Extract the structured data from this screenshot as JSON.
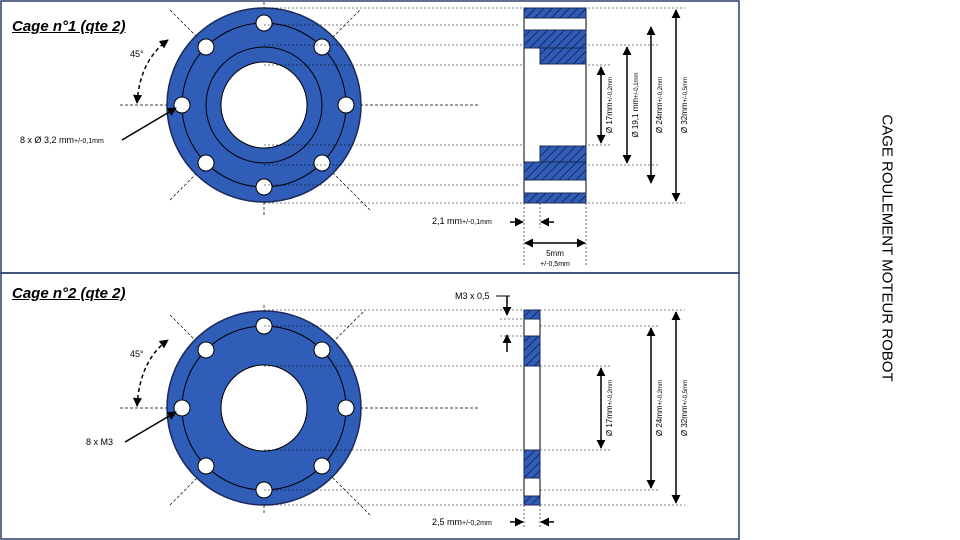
{
  "page_title": "CAGE ROULEMENT MOTEUR ROBOT",
  "colors": {
    "fill": "#2f5db8",
    "stroke": "#1a2a5a",
    "frame": "#2b3f6e"
  },
  "cage1": {
    "title": "Cage n°1 (qte 2)",
    "angle": "45°",
    "holes": "8 x Ø 3,2 mm",
    "holes_tol": "+/-0,1mm",
    "dim_inner": "Ø 17mm",
    "dim_inner_tol": "+/-0,2mm",
    "dim_bore": "Ø 19,1 mm",
    "dim_bore_tol": "+/-0,1mm",
    "dim_pcd": "Ø 24mm",
    "dim_pcd_tol": "+/-0,2mm",
    "dim_outer": "Ø 32mm",
    "dim_outer_tol": "+/-0,5mm",
    "step": "2,1 mm",
    "step_tol": "+/-0,1mm",
    "width": "5mm",
    "width_tol": "+/-0,5mm"
  },
  "cage2": {
    "title": "Cage n°2 (qte 2)",
    "angle": "45°",
    "holes": "8 x M3",
    "thread": "M3 x 0,5",
    "dim_inner": "Ø 17mm",
    "dim_inner_tol": "+/-0,2mm",
    "dim_pcd": "Ø 24mm",
    "dim_pcd_tol": "+/-0,2mm",
    "dim_outer": "Ø 32mm",
    "dim_outer_tol": "+/-0,5mm",
    "thickness": "2,5 mm",
    "thickness_tol": "+/-0,2mm"
  }
}
